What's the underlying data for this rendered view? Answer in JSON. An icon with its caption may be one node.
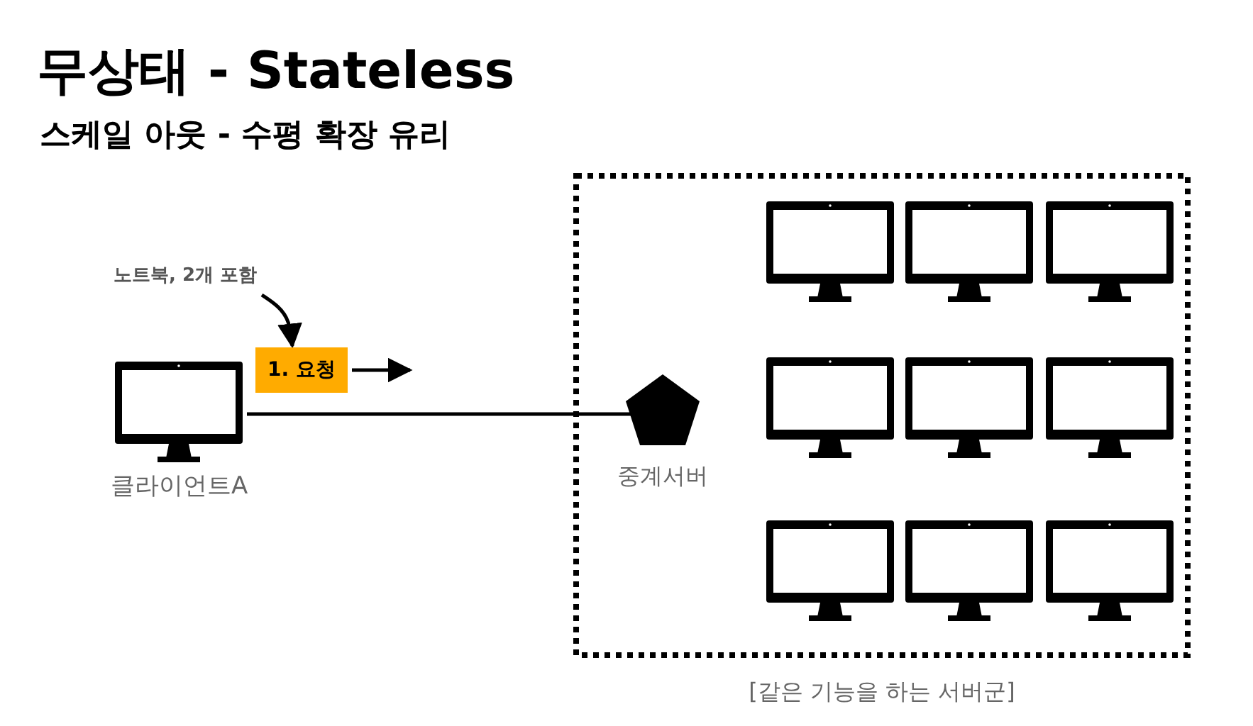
{
  "diagram": {
    "title": "무상태 - Stateless",
    "nodes": [
      {
        "text": [
          "[같은 기능을 하는 서버군]"
        ]
      },
      {
        "text": [
          "클라이언트A"
        ]
      },
      {
        "text": [
          "중계서버"
        ],
        "in": 0
      },
      {
        "text": [],
        "shape": "monitor",
        "in": 0
      },
      {
        "text": [],
        "shape": "monitor",
        "in": 0
      },
      {
        "text": [],
        "shape": "monitor",
        "in": 0
      },
      {
        "text": [],
        "shape": "monitor",
        "in": 0
      },
      {
        "text": [],
        "shape": "monitor",
        "in": 0
      },
      {
        "text": [],
        "shape": "monitor",
        "in": 0
      },
      {
        "text": [],
        "shape": "monitor",
        "in": 0
      },
      {
        "text": [],
        "shape": "monitor",
        "in": 0
      },
      {
        "text": [],
        "shape": "monitor",
        "in": 0
      },
      {
        "text": [
          "노트북, 2개 포함"
        ]
      },
      {
        "text": [
          "1. 요청"
        ]
      }
    ],
    "edges": [
      {
        "from": 12,
        "to": 13,
        "arrow": "to"
      },
      {
        "from": 1,
        "to": 2,
        "arrow": "none"
      },
      {
        "from": 13,
        "to": null,
        "arrow": "to"
      }
    ],
    "labels": [
      "스케일 아웃 - 수평 확장 유리"
    ]
  }
}
